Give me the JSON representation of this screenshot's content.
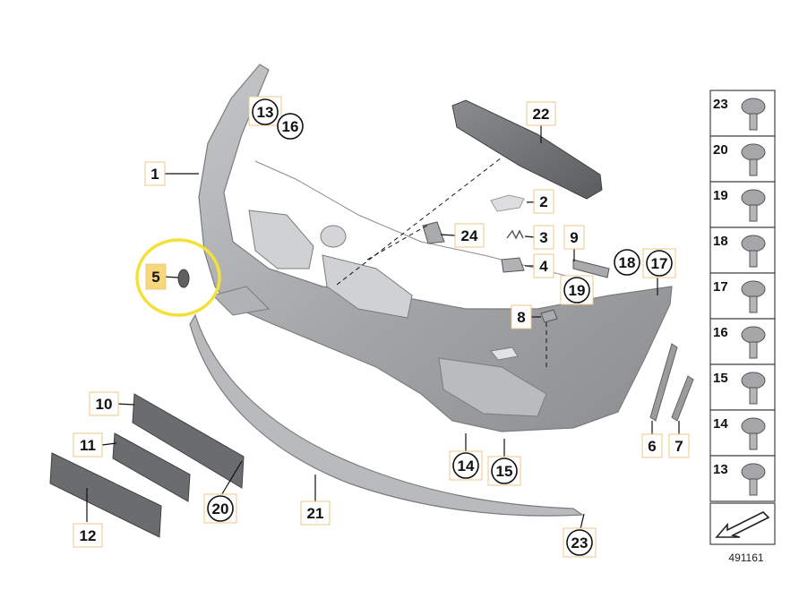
{
  "callouts": {
    "c1": "1",
    "c2": "2",
    "c3": "3",
    "c4": "4",
    "c5": "5",
    "c6": "6",
    "c7": "7",
    "c8": "8",
    "c9": "9",
    "c10": "10",
    "c11": "11",
    "c12": "12",
    "c13": "13",
    "c14": "14",
    "c15": "15",
    "c16": "16",
    "c17": "17",
    "c18": "18",
    "c19": "19",
    "c20": "20",
    "c21": "21",
    "c22": "22",
    "c23": "23",
    "c24": "24",
    "c13b": "13",
    "c16b": "16",
    "c14b": "14",
    "c15b": "15",
    "c17b": "17",
    "c18b": "18",
    "c19b": "19",
    "c20b": "20",
    "c23b": "23"
  },
  "sidebar": [
    "23",
    "20",
    "19",
    "18",
    "17",
    "16",
    "15",
    "14",
    "13"
  ],
  "diagram_number": "491161",
  "colors": {
    "highlight": "#f5e84a",
    "highlight_fill": "#f6d77a",
    "part": "#a6a8aa",
    "part_dark": "#6e7072"
  }
}
